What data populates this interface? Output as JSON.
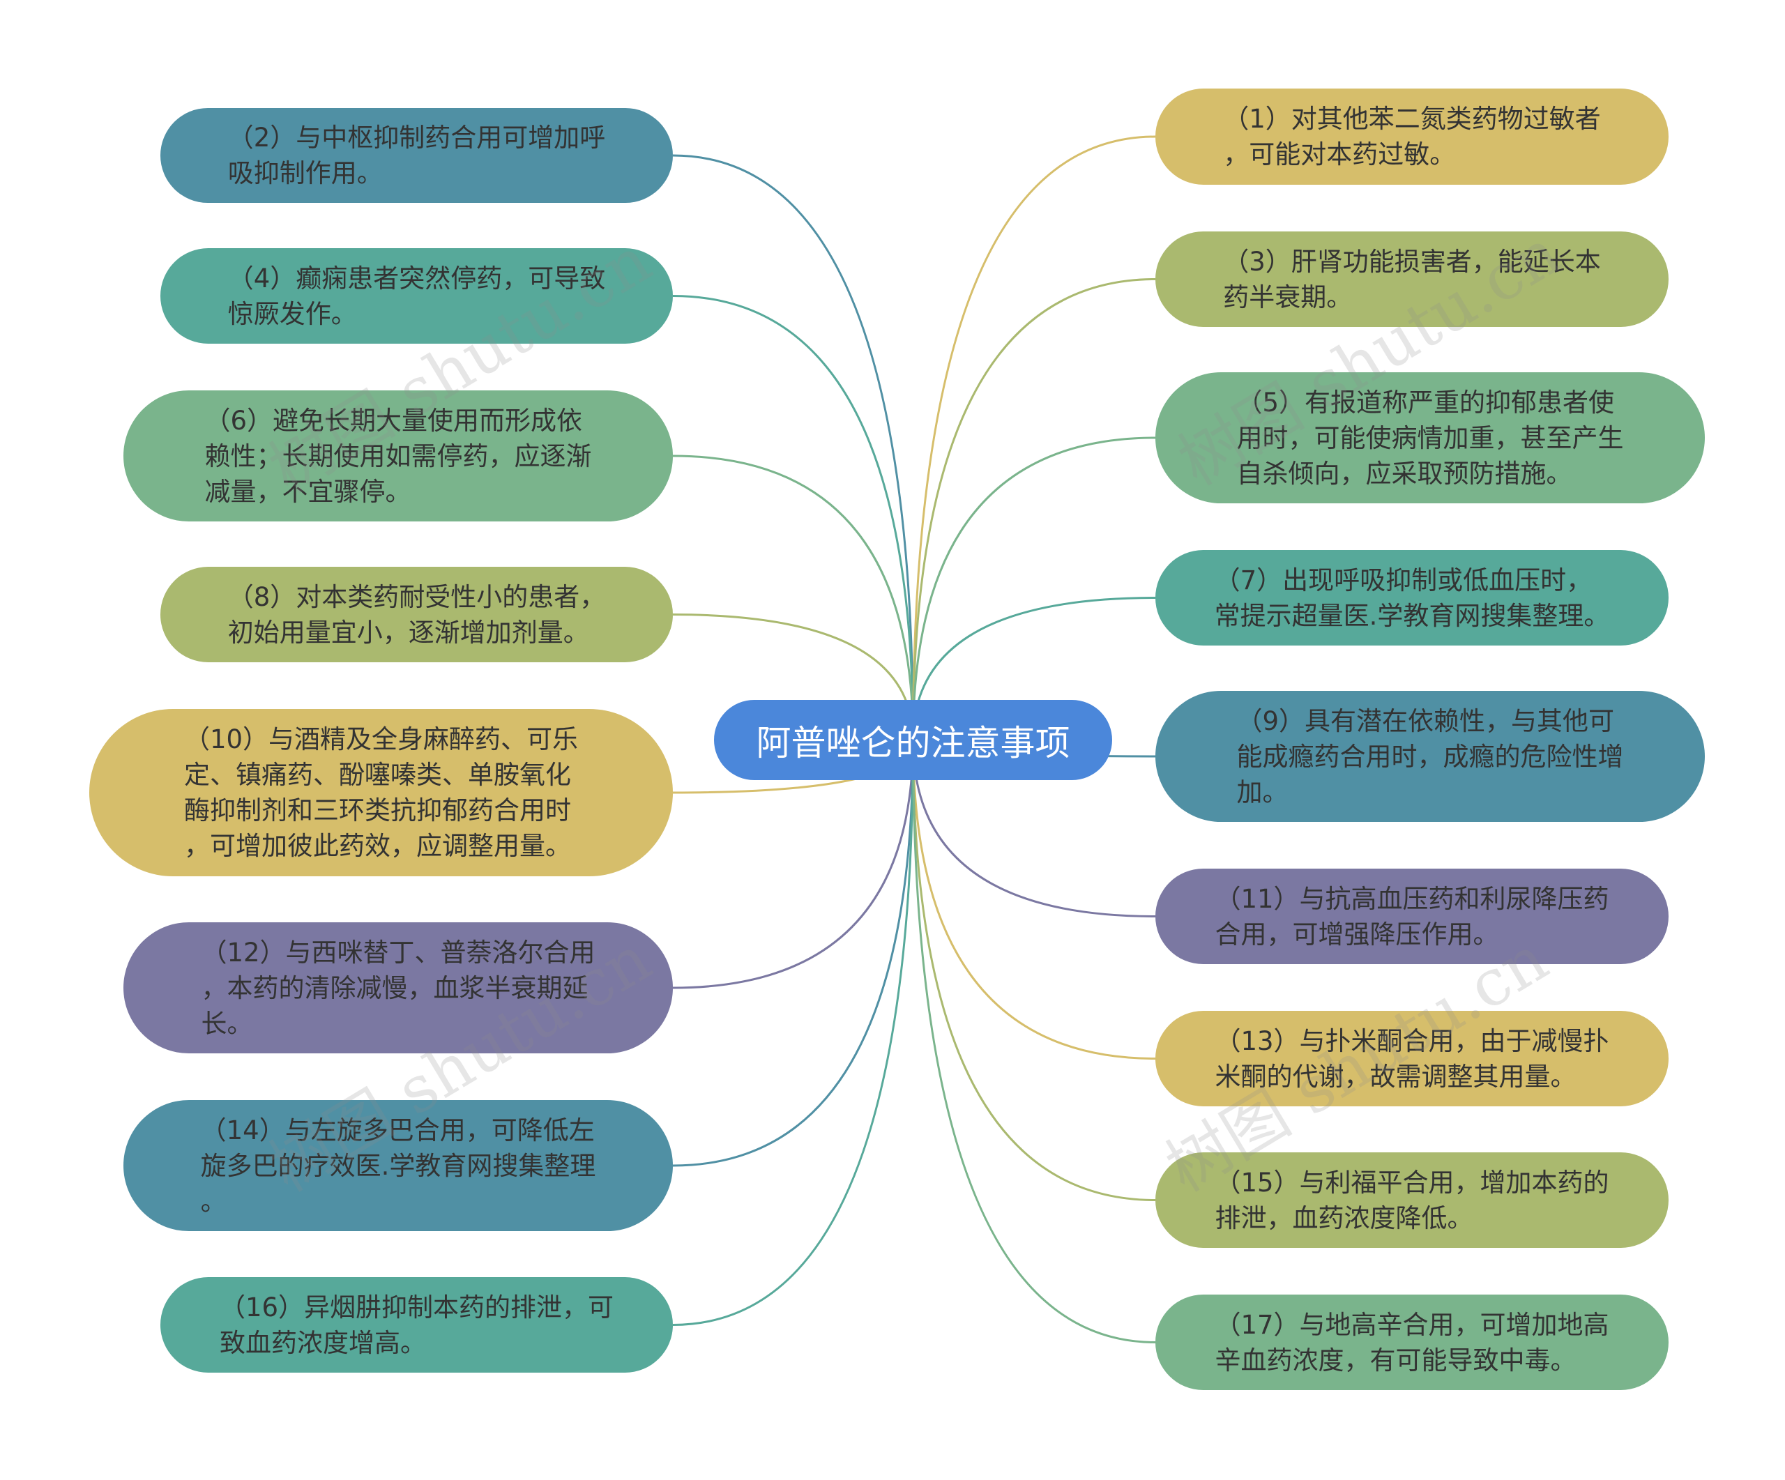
{
  "center": {
    "label": "阿普唑仑的注意事项",
    "color": "#4b87da"
  },
  "left_nodes": [
    {
      "lines": [
        "（2）与中枢抑制药合用可增加呼",
        "吸抑制作用。"
      ],
      "color": "#5090a4"
    },
    {
      "lines": [
        "（4）癫痫患者突然停药，可导致",
        "惊厥发作。"
      ],
      "color": "#57a99a"
    },
    {
      "lines": [
        "（6）避免长期大量使用而形成依",
        "赖性；长期使用如需停药，应逐渐",
        "减量，不宜骤停。"
      ],
      "color": "#7ab48c"
    },
    {
      "lines": [
        "（8）对本类药耐受性小的患者，",
        "初始用量宜小，逐渐增加剂量。"
      ],
      "color": "#aab96f"
    },
    {
      "lines": [
        "（10）与酒精及全身麻醉药、可乐",
        "定、镇痛药、酚噻嗪类、单胺氧化",
        "酶抑制剂和三环类抗抑郁药合用时",
        "，可增加彼此药效，应调整用量。"
      ],
      "color": "#d6be6b"
    },
    {
      "lines": [
        "（12）与西咪替丁、普萘洛尔合用",
        "，本药的清除减慢，血浆半衰期延",
        "长。"
      ],
      "color": "#7b78a2"
    },
    {
      "lines": [
        "（14）与左旋多巴合用，可降低左",
        "旋多巴的疗效医.学教育网搜集整理",
        "。"
      ],
      "color": "#5090a4"
    },
    {
      "lines": [
        "（16）异烟肼抑制本药的排泄，可",
        "致血药浓度增高。"
      ],
      "color": "#57a99a"
    }
  ],
  "right_nodes": [
    {
      "lines": [
        "（1）对其他苯二氮类药物过敏者",
        "，可能对本药过敏。"
      ],
      "color": "#d6be6b"
    },
    {
      "lines": [
        "（3）肝肾功能损害者，能延长本",
        "药半衰期。"
      ],
      "color": "#aab96f"
    },
    {
      "lines": [
        "（5）有报道称严重的抑郁患者使",
        "用时，可能使病情加重，甚至产生",
        "自杀倾向，应采取预防措施。"
      ],
      "color": "#7ab48c"
    },
    {
      "lines": [
        "（7）出现呼吸抑制或低血压时，",
        "常提示超量医.学教育网搜集整理。"
      ],
      "color": "#57a99a"
    },
    {
      "lines": [
        "（9）具有潜在依赖性，与其他可",
        "能成瘾药合用时，成瘾的危险性增",
        "加。"
      ],
      "color": "#5090a4"
    },
    {
      "lines": [
        "（11）与抗高血压药和利尿降压药",
        "合用，可增强降压作用。"
      ],
      "color": "#7b78a2"
    },
    {
      "lines": [
        "（13）与扑米酮合用，由于减慢扑",
        "米酮的代谢，故需调整其用量。"
      ],
      "color": "#d6be6b"
    },
    {
      "lines": [
        "（15）与利福平合用，增加本药的",
        "排泄，血药浓度降低。"
      ],
      "color": "#aab96f"
    },
    {
      "lines": [
        "（17）与地高辛合用，可增加地高",
        "辛血药浓度，有可能导致中毒。"
      ],
      "color": "#7ab48c"
    }
  ],
  "watermark": "树图 shutu.cn"
}
